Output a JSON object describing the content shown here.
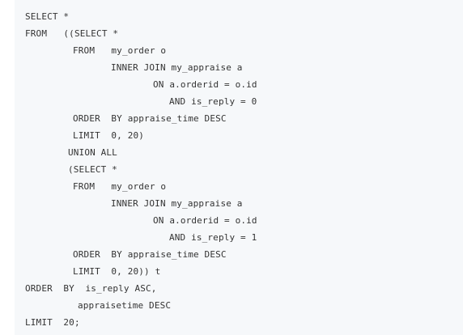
{
  "code": {
    "language": "sql",
    "lines": [
      "SELECT *",
      "FROM   ((SELECT *",
      "FROM   my_order o",
      "INNER JOIN my_appraise a",
      "ON a.orderid = o.id",
      "AND is_reply = 0",
      "ORDER  BY appraise_time DESC",
      "LIMIT  0, 20)",
      "UNION ALL",
      "(SELECT *",
      "FROM   my_order o",
      "INNER JOIN my_appraise a",
      "ON a.orderid = o.id",
      "AND is_reply = 1",
      "ORDER  BY appraise_time DESC",
      "LIMIT  0, 20)) t",
      "ORDER  BY  is_reply ASC,",
      "appraisetime DESC",
      "LIMIT  20;"
    ]
  }
}
